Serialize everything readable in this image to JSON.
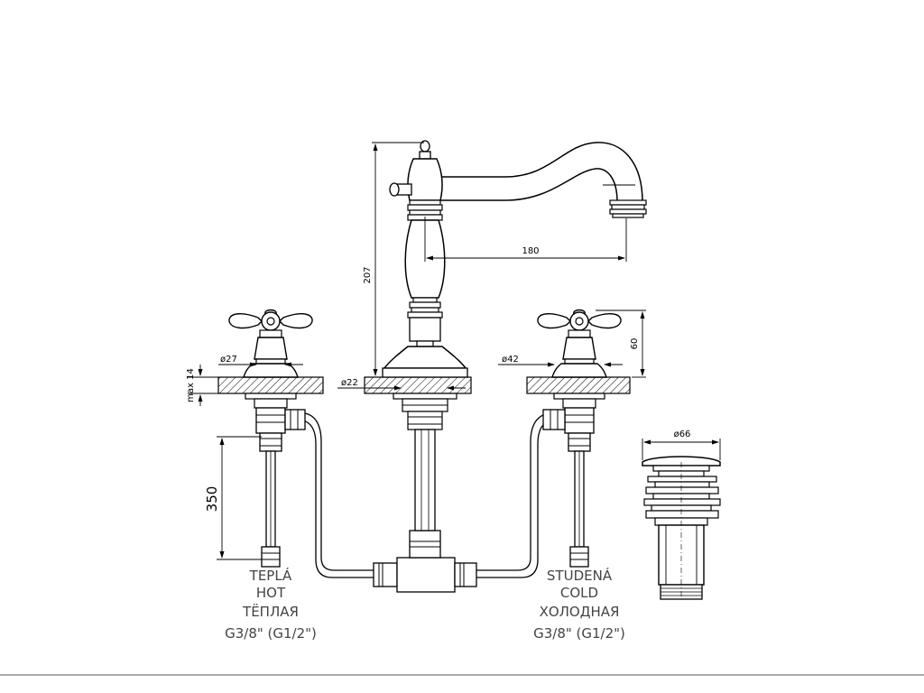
{
  "dimensions": {
    "spout_height": "207",
    "spout_reach": "180",
    "handle_height": "60",
    "hot_handle_diameter": "ø27",
    "cold_handle_diameter": "ø42",
    "spout_base_diameter": "ø22",
    "deck_thickness": "max 14",
    "hose_length": "350",
    "drain_diameter": "ø66"
  },
  "hot_label": {
    "line1": "TEPLÁ",
    "line2": "HOT",
    "line3": "TЁПЛАЯ",
    "line4": "G3/8\" (G1/2\")"
  },
  "cold_label": {
    "line1": "STUDENÁ",
    "line2": "COLD",
    "line3": "ХОЛОДНАЯ",
    "line4": "G3/8\" (G1/2\")"
  }
}
